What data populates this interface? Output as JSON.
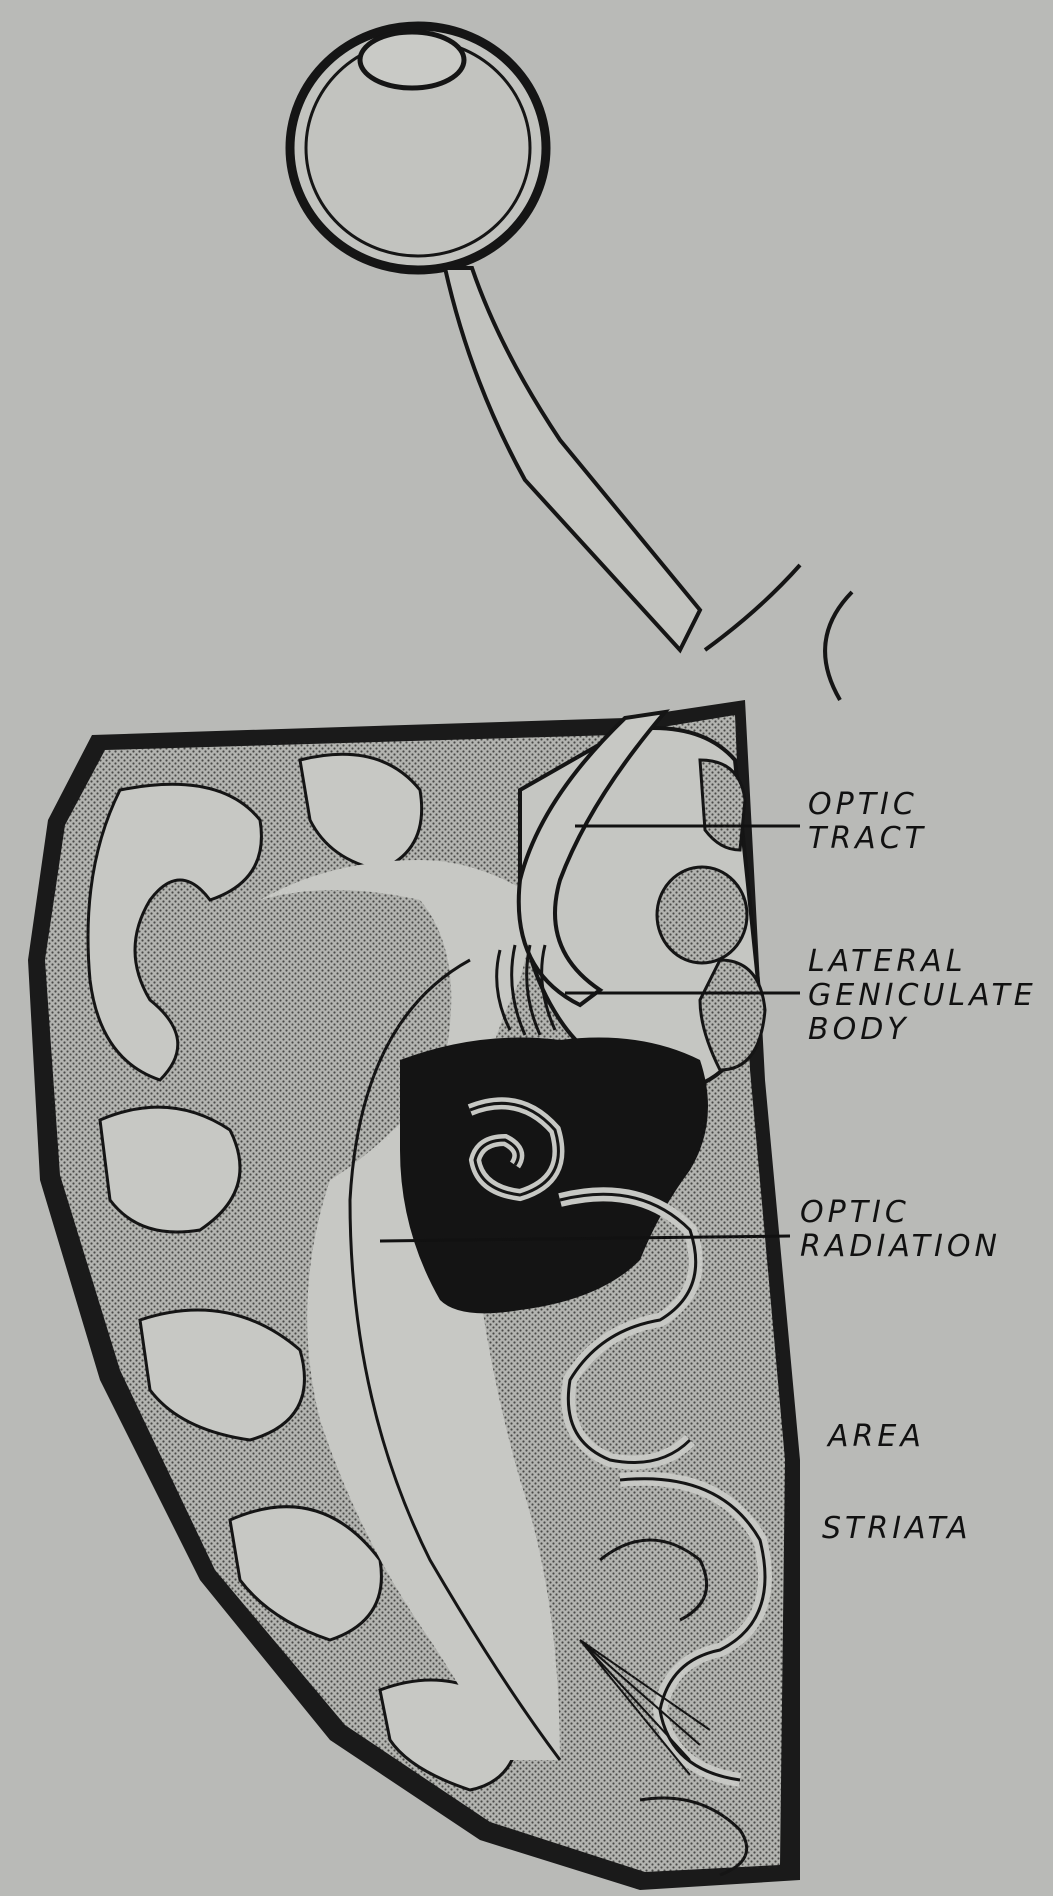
{
  "labels": {
    "optic_tract": [
      "OPTIC",
      "TRACT"
    ],
    "lateral_geniculate_body": [
      "LATERAL",
      "GENICULATE",
      "BODY"
    ],
    "optic_radiation": [
      "OPTIC",
      "RADIATION"
    ],
    "area_striata": [
      "AREA",
      "STRIATA"
    ]
  },
  "colors": {
    "background": "#b9bab7",
    "ink": "#151515",
    "paper_fill": "#c9cac6",
    "cortex_stipple": "#a9aaa6"
  }
}
